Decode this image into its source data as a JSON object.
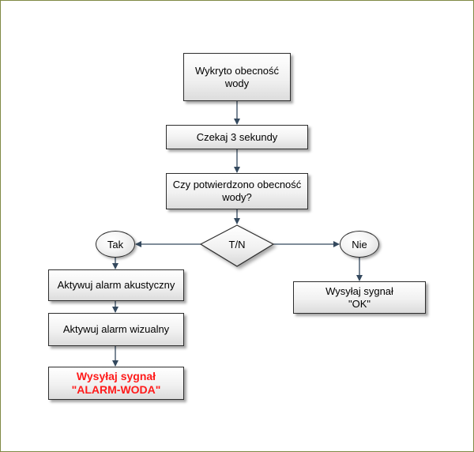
{
  "nodes": {
    "detected": "Wykryto obecność wody",
    "wait": "Czekaj 3 sekundy",
    "confirm": "Czy potwierdzono obecność wody?",
    "decision": "T/N",
    "yes": "Tak",
    "no": "Nie",
    "acoustic": "Aktywuj alarm akustyczny",
    "visual": "Aktywuj alarm wizualny",
    "alarm_signal": "Wysyłaj sygnał \"ALARM-WODA\"",
    "ok_signal": "Wysyłaj sygnał \"OK\""
  },
  "colors": {
    "frame_border": "#7f8a45",
    "alarm_text": "#ff1a1a",
    "connector": "#34495e"
  }
}
